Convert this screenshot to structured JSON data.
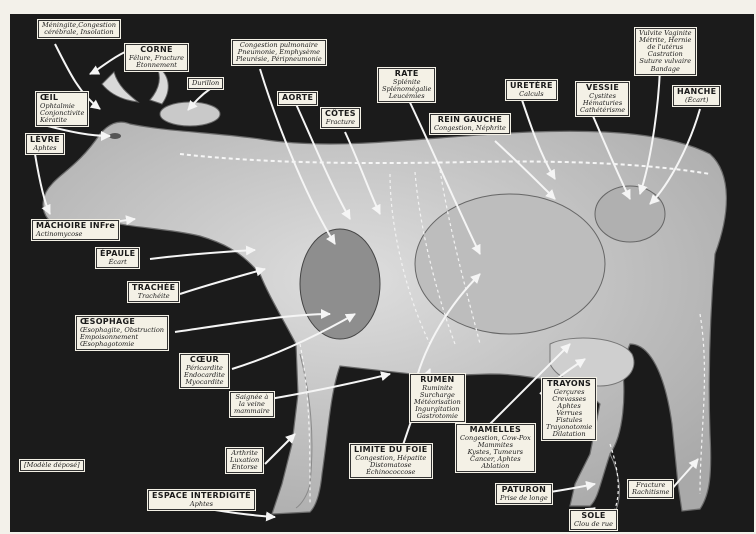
{
  "labels": {
    "meningite": {
      "lines": [
        "Méningite,Congestion",
        "cérébrale, Insolation"
      ]
    },
    "corne": {
      "title": "CORNE",
      "lines": [
        "Fêlure, Fracture",
        "Étonnement"
      ]
    },
    "durillon": {
      "lines": [
        "Durillon"
      ]
    },
    "congestion_pulm": {
      "lines": [
        "Congestion pulmonaire",
        "Pneumonie, Emphysème",
        "Pleurésie, Péripneumonie"
      ]
    },
    "oeil": {
      "title": "ŒIL",
      "lines": [
        "Ophtalmie",
        "Conjonctivite",
        "Kératite"
      ]
    },
    "levre": {
      "title": "LÈVRE",
      "lines": [
        "Aphtes"
      ]
    },
    "aorte": {
      "title": "AORTE",
      "lines": []
    },
    "rate": {
      "title": "RATE",
      "lines": [
        "Splénite",
        "Splénomégalie",
        "Leucémies"
      ]
    },
    "uretere": {
      "title": "URETÈRE",
      "lines": [
        "Calculs"
      ]
    },
    "vessie": {
      "title": "VESSIE",
      "lines": [
        "Cystites",
        "Hématuries",
        "Cathétérisme"
      ]
    },
    "vulvite": {
      "lines": [
        "Vulvite Vaginite",
        "Métrite, Hernie",
        "de l'utérus",
        "Castration",
        "Suture vulvaire",
        "Bandage"
      ]
    },
    "hanche": {
      "title": "HANCHE",
      "lines": [
        "(Écart)"
      ]
    },
    "cotes": {
      "title": "CÔTES",
      "lines": [
        "Fracture"
      ]
    },
    "rein": {
      "title": "REIN GAUCHE",
      "lines": [
        "Congestion, Néphrite"
      ]
    },
    "machoire": {
      "title": "MÂCHOIRE INFre",
      "lines": [
        "Actinomycose"
      ]
    },
    "epaule": {
      "title": "ÉPAULE",
      "lines": [
        "Écart"
      ]
    },
    "trachee": {
      "title": "TRACHÉE",
      "lines": [
        "Trachéite"
      ]
    },
    "oesophage": {
      "title": "ŒSOPHAGE",
      "lines": [
        "Œsophagite, Obstruction",
        "Empoisonnement",
        "Œsophagotomie"
      ]
    },
    "coeur": {
      "title": "CŒUR",
      "lines": [
        "Péricardite",
        "Endocardite",
        "Myocardite"
      ]
    },
    "saignee": {
      "lines": [
        "Saignée à",
        "la veine",
        "mammaire"
      ]
    },
    "rumen": {
      "title": "RUMEN",
      "lines": [
        "Ruminite",
        "Surcharge",
        "Météorisation",
        "Ingurgitation",
        "Gastrotomie"
      ]
    },
    "trayons": {
      "title": "TRAYONS",
      "lines": [
        "Gerçures",
        "Crevasses",
        "Aphtes",
        "Verrues",
        "Fistules",
        "Trayonotomie",
        "Dilatation"
      ]
    },
    "mamelles": {
      "title": "MAMELLES",
      "lines": [
        "Congestion, Cow-Pox",
        "Mammites",
        "Kystes, Tumeurs",
        "Cancer, Aphtes",
        "Ablation"
      ]
    },
    "modele": {
      "lines": [
        "[Modèle déposé]"
      ]
    },
    "arthrite": {
      "lines": [
        "Arthrite",
        "Luxation",
        "Entorse"
      ]
    },
    "limite_foie": {
      "title": "LIMITE DU FOIE",
      "lines": [
        "Congestion, Hépatite",
        "Distomatose",
        "Échinococcose"
      ]
    },
    "paturon": {
      "title": "PATURON",
      "lines": [
        "Prise de longe"
      ]
    },
    "fracture": {
      "lines": [
        "Fracture",
        "Rachitisme"
      ]
    },
    "espace": {
      "title": "ESPACE INTERDIGITÉ",
      "lines": [
        "Aphtes"
      ]
    },
    "sole": {
      "title": "SOLE",
      "lines": [
        "Clou de rue"
      ]
    }
  }
}
